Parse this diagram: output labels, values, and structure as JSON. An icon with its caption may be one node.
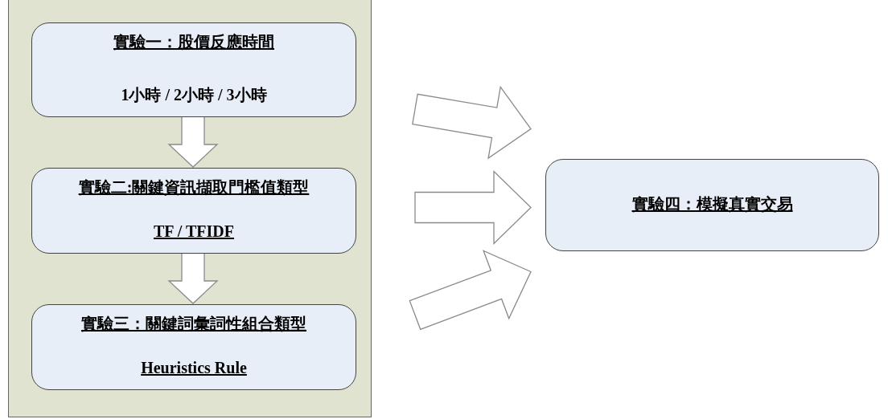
{
  "diagram": {
    "nodes": [
      {
        "text": [],
        "shape": "box"
      },
      {
        "text": [
          "實驗一：股價反應時間",
          "1小時 / 2小時 / 3小時"
        ],
        "in": 0
      },
      {
        "text": [
          "實驗二:關鍵資訊擷取門檻值類型",
          "TF / TFIDF"
        ],
        "in": 0
      },
      {
        "text": [
          "實驗三：關鍵詞彙詞性組合類型",
          "Heuristics Rule"
        ],
        "in": 0
      },
      {
        "text": [
          "實驗四：模擬真實交易"
        ]
      }
    ],
    "edges": [
      {
        "from": 1,
        "to": 2,
        "arrow": "to"
      },
      {
        "from": 2,
        "to": 3,
        "arrow": "to"
      },
      {
        "from": 1,
        "to": 4,
        "arrow": "to"
      },
      {
        "from": 2,
        "to": 4,
        "arrow": "to"
      },
      {
        "from": 3,
        "to": 4,
        "arrow": "to"
      }
    ]
  }
}
